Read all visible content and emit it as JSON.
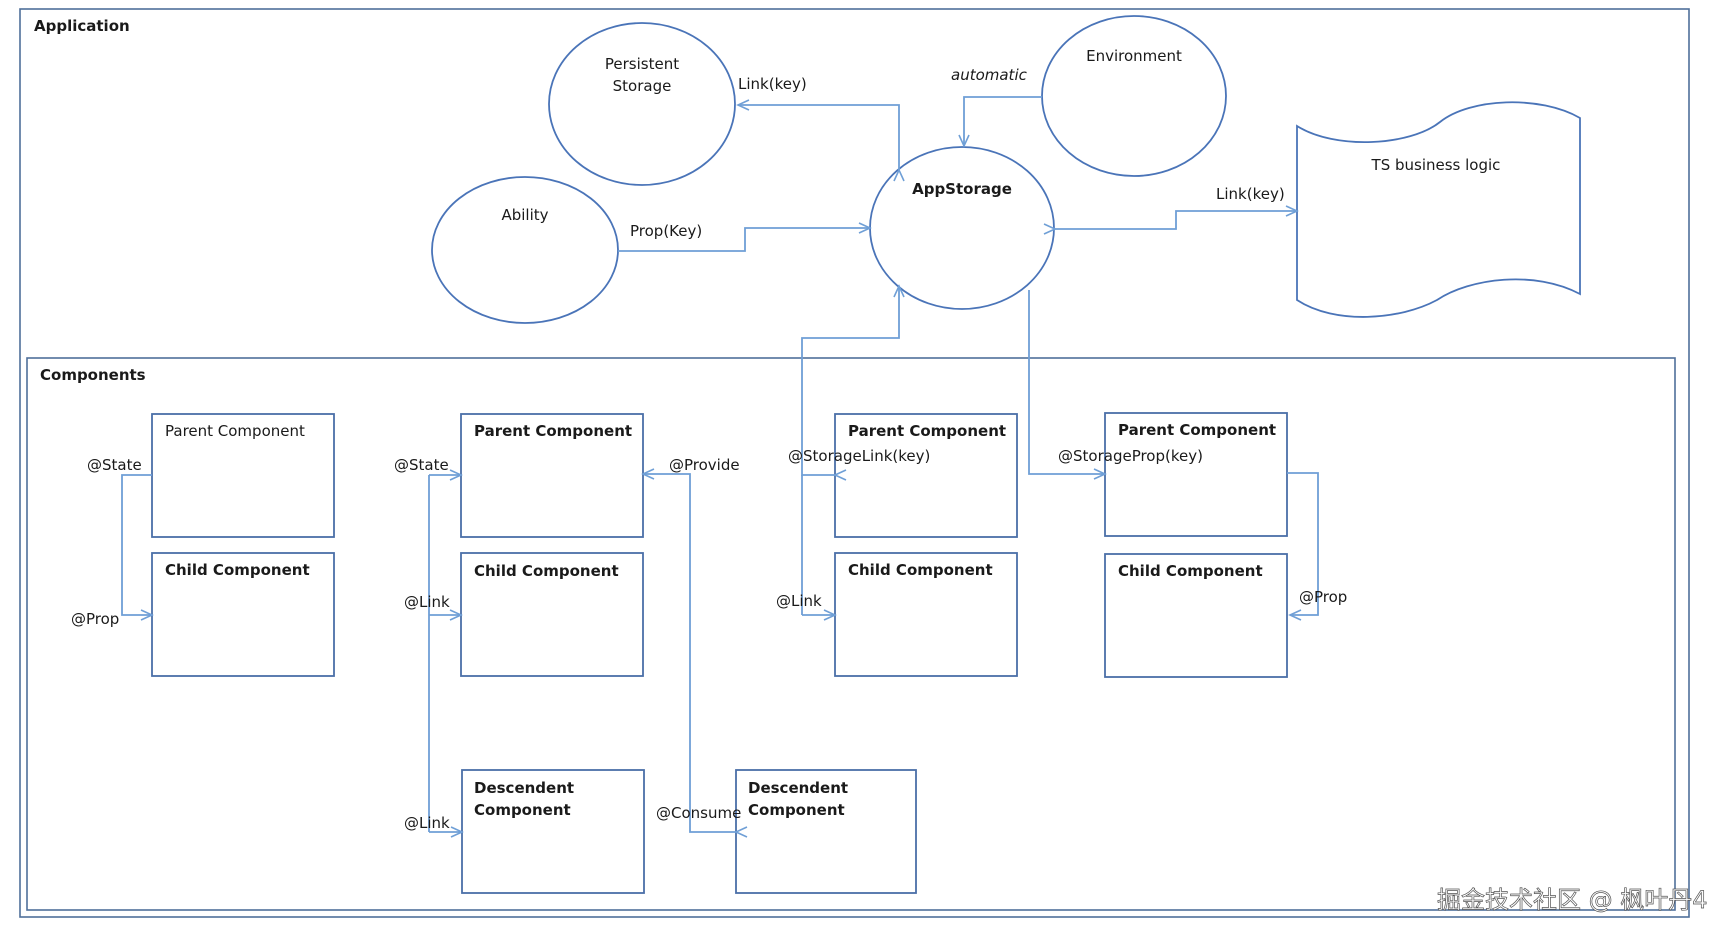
{
  "application": {
    "title": "Application",
    "persistent_storage": [
      "Persistent",
      "Storage"
    ],
    "environment": "Environment",
    "ability": "Ability",
    "appstorage": "AppStorage",
    "ts_business_logic": "TS business logic",
    "edges": {
      "persistent_link": "Link(key)",
      "environment_automatic": "automatic",
      "ability_prop": "Prop(Key)",
      "ts_link": "Link(key)"
    }
  },
  "components": {
    "title": "Components",
    "group1": {
      "parent": "Parent Component",
      "child": "Child Component",
      "state": "@State",
      "prop": "@Prop"
    },
    "group2": {
      "parent": "Parent Component",
      "child": "Child Component",
      "descendent_a": [
        "Descendent",
        "Component"
      ],
      "descendent_b": [
        "Descendent",
        "Component"
      ],
      "state": "@State",
      "link1": "@Link",
      "link2": "@Link",
      "provide": "@Provide",
      "consume": "@Consume"
    },
    "group3": {
      "parent": "Parent Component",
      "child": "Child Component",
      "storagelink": "@StorageLink(key)",
      "link": "@Link"
    },
    "group4": {
      "parent": "Parent Component",
      "child": "Child Component",
      "storageprop": "@StorageProp(key)",
      "prop": "@Prop"
    }
  },
  "watermark": "掘金技术社区 @ 枫叶丹4",
  "colors": {
    "shape_stroke": "#4a74b8",
    "connector": "#6f9fd6",
    "frame": "#4f6f9a"
  }
}
